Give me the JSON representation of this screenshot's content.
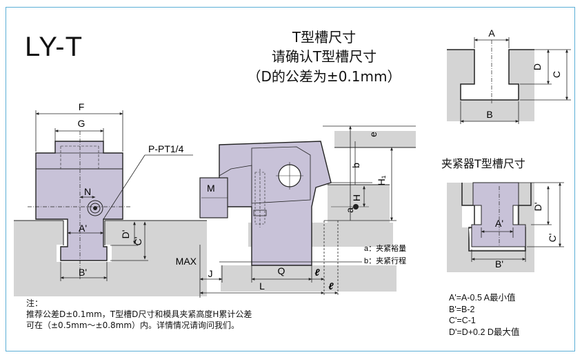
{
  "product": "LY-T",
  "title_lines": [
    "T型槽尺寸",
    "请确认T型槽尺寸",
    "（D的公差为±0.1mm）"
  ],
  "subtitle": "夹紧器T型槽尺寸",
  "labels": {
    "A": "A",
    "B": "B",
    "C": "C",
    "D": "D",
    "F": "F",
    "G": "G",
    "N": "N",
    "A_prime": "A'",
    "B_prime": "B'",
    "C_prime": "C'",
    "D_prime": "D'",
    "port": "P-PT1/4",
    "M": "M",
    "MAX": "MAX",
    "J": "J",
    "Q": "Q",
    "L": "L",
    "l": "ℓ",
    "e": "e",
    "b": "b",
    "H": "H",
    "H1": "H₁",
    "a": "a"
  },
  "legend": {
    "a": "a：夹紧裕量",
    "b": "b：夹紧行程"
  },
  "note": {
    "head": "注：",
    "line1": "推荐公差D±0.1mm，T型槽D尺寸和模具夹紧高度H累计公差",
    "line2": "可在（±0.5mm～±0.8mm）内。详情情况请询问我们。"
  },
  "formulas": [
    "A'=A-0.5  A最小值",
    "B'=B-2",
    "C'=C-1",
    "D'=D+0.2  D最大值"
  ],
  "colors": {
    "border": "#5aaed6",
    "body": "#c8c2d8",
    "ground": "#d4d4d4",
    "line": "#222222"
  }
}
